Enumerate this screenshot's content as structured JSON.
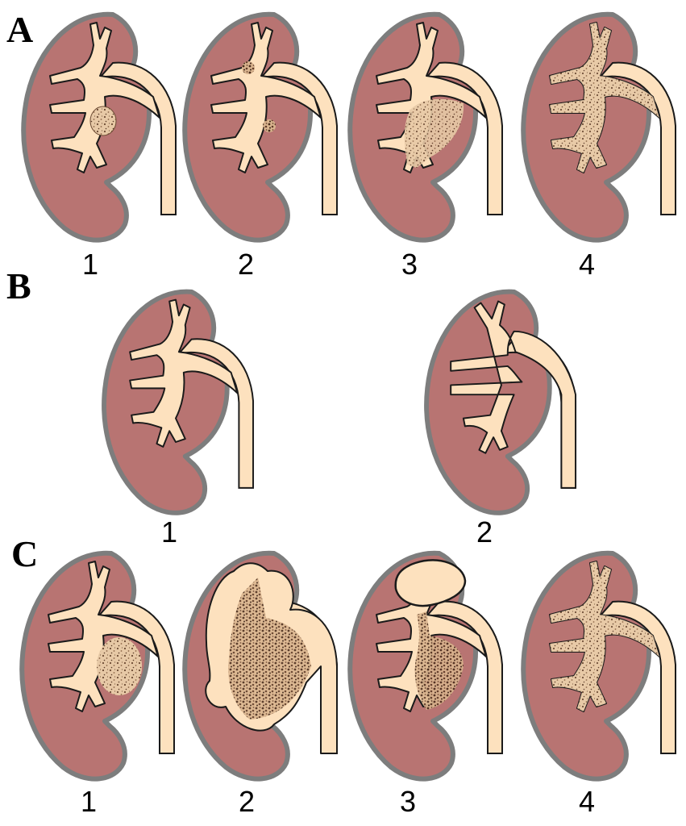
{
  "figure": {
    "sections": [
      {
        "label": "A",
        "panels": [
          {
            "label": "1",
            "variant": "small-stone"
          },
          {
            "label": "2",
            "variant": "two-small-stones"
          },
          {
            "label": "3",
            "variant": "pelvis-stone"
          },
          {
            "label": "4",
            "variant": "staghorn-stone"
          }
        ]
      },
      {
        "label": "B",
        "panels": [
          {
            "label": "1",
            "variant": "normal-pelvis"
          },
          {
            "label": "2",
            "variant": "elongated-pelvis"
          }
        ]
      },
      {
        "label": "C",
        "panels": [
          {
            "label": "1",
            "variant": "pelvis-mass"
          },
          {
            "label": "2",
            "variant": "hydronephrotic-mass"
          },
          {
            "label": "3",
            "variant": "dilated-upper-calyx-mass"
          },
          {
            "label": "4",
            "variant": "staghorn-stone"
          }
        ]
      }
    ],
    "colors": {
      "cortex": "#b87472",
      "capsule": "#7d7d7d",
      "collecting_system": "#fde1be",
      "outline": "#1a1a1a",
      "stone": "#8b6a4e"
    }
  }
}
